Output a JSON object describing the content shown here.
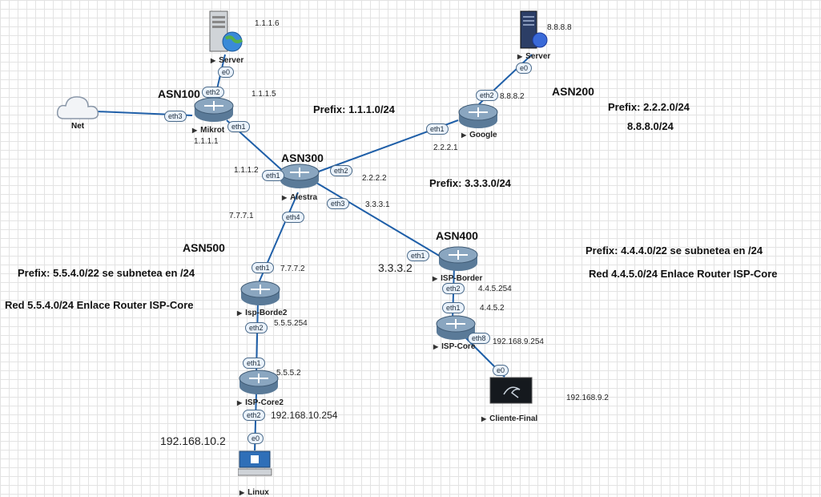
{
  "asn_labels": {
    "asn100": "ASN100",
    "asn200": "ASN200",
    "asn300": "ASN300",
    "asn400": "ASN400",
    "asn500": "ASN500"
  },
  "prefix_labels": {
    "p1": "Prefix: 1.1.1.0/24",
    "p2": "Prefix: 2.2.2.0/24",
    "p2b": "8.8.8.0/24",
    "p3": "Prefix: 3.3.3.0/24",
    "p4": "Prefix: 4.4.4.0/22  se subnetea en /24",
    "p4b": "Red 4.4.5.0/24  Enlace Router ISP-Core",
    "p5": "Prefix: 5.5.4.0/22  se subnetea en /24",
    "p5b": "Red 5.5.4.0/24  Enlace Router ISP-Core"
  },
  "nodes": {
    "server1": "Server",
    "server2": "Server",
    "net": "Net",
    "mikrotik": "Mikrot",
    "google": "Google",
    "alestra": "Alestra",
    "isp_border": "ISP-Border",
    "isp_core": "ISP-Core",
    "isp_borde2": "Isp-Borde2",
    "isp_core2": "ISP-Core2",
    "cliente_final": "Cliente-Final",
    "linux": "Linux"
  },
  "ports": {
    "server1_e0": "e0",
    "mikrotik_eth2": "eth2",
    "mikrotik_eth3": "eth3",
    "mikrotik_eth1": "eth1",
    "server2_e0": "e0",
    "google_eth2": "eth2",
    "google_eth1": "eth1",
    "alestra_eth1": "eth1",
    "alestra_eth2": "eth2",
    "alestra_eth3": "eth3",
    "alestra_eth4": "eth4",
    "borde2_eth1": "eth1",
    "borde2_eth2": "eth2",
    "core2_eth1": "eth1",
    "core2_eth2": "eth2",
    "linux_e0": "e0",
    "border_eth1": "eth1",
    "border_eth2": "eth2",
    "core_eth1": "eth1",
    "core_eth8": "eth8",
    "cliente_e0": "e0"
  },
  "ips": {
    "ip_1116": "1.1.1.6",
    "ip_1115": "1.1.1.5",
    "ip_1111": "1.1.1.1",
    "ip_1112": "1.1.1.2",
    "ip_8888": "8.8.8.8",
    "ip_8882": "8.8.8.2",
    "ip_2221": "2.2.2.1",
    "ip_2222": "2.2.2.2",
    "ip_3331": "3.3.3.1",
    "ip_3332": "3.3.3.2",
    "ip_7771": "7.7.7.1",
    "ip_7772": "7.7.7.2",
    "ip_445254": "4.4.5.254",
    "ip_4452": "4.4.5.2",
    "ip_1689254": "192.168.9.254",
    "ip_16892": "192.168.9.2",
    "ip_555254": "5.5.5.254",
    "ip_5552": "5.5.5.2",
    "ip_16810254": "192.168.10.254",
    "ip_168102": "192.168.10.2"
  }
}
